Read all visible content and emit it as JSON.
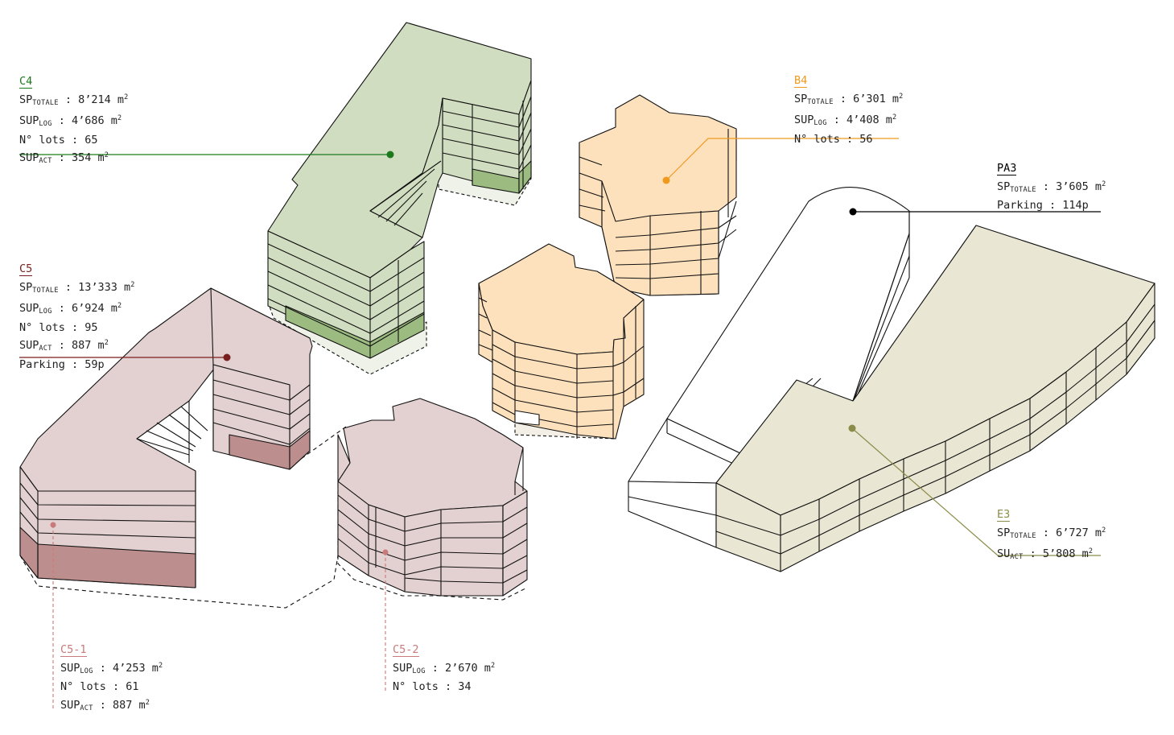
{
  "colors": {
    "C": "#1c7a1c",
    "C5": "#7a1f1f",
    "C5_sub": "#c97a7a",
    "B": "#ef9a1f",
    "PA": "#000000",
    "E": "#8c8c4a",
    "green_face": "#d1ddc0",
    "green_dark": "#9bbb80",
    "pink_face": "#e3d0d0",
    "pink_dark": "#bd8e8e",
    "orange_face": "#fde1bd",
    "olive_face": "#e9e7d3"
  },
  "labels": {
    "c4": {
      "title": "C4",
      "l1_pre": "SP",
      "l1_sub": "TOTALE",
      "l1_val": " : 8’214 m",
      "l2_pre": "SUP",
      "l2_sub": "LOG",
      "l2_val": " : 4’686 m",
      "l3": "N° lots : 65",
      "l4_pre": "SUP",
      "l4_sub": "ACT",
      "l4_val": " : 354 m"
    },
    "c5": {
      "title": "C5",
      "l1_pre": "SP",
      "l1_sub": "TOTALE",
      "l1_val": " : 13’333 m",
      "l2_pre": "SUP",
      "l2_sub": "LOG",
      "l2_val": " : 6’924 m",
      "l3": "N° lots : 95",
      "l4_pre": "SUP",
      "l4_sub": "ACT",
      "l4_val": " : 887 m",
      "l5": "Parking : 59p"
    },
    "c51": {
      "title": "C5-1",
      "l1_pre": "SUP",
      "l1_sub": "LOG",
      "l1_val": " : 4’253 m",
      "l2": "N° lots : 61",
      "l3_pre": "SUP",
      "l3_sub": "ACT",
      "l3_val": " : 887 m"
    },
    "c52": {
      "title": "C5-2",
      "l1_pre": "SUP",
      "l1_sub": "LOG",
      "l1_val": " : 2’670 m",
      "l2": "N° lots : 34"
    },
    "b4": {
      "title": "B4",
      "l1_pre": "SP",
      "l1_sub": "TOTALE",
      "l1_val": " : 6’301 m",
      "l2_pre": "SUP",
      "l2_sub": "LOG",
      "l2_val": " : 4’408 m",
      "l3": "N° lots : 56"
    },
    "pa3": {
      "title": "PA3",
      "l1_pre": "SP",
      "l1_sub": "TOTALE",
      "l1_val": " : 3’605 m",
      "l2": "Parking : 114p"
    },
    "e3": {
      "title": "E3",
      "l1_pre": "SP",
      "l1_sub": "TOTALE",
      "l1_val": " : 6’727 m",
      "l2_pre": "SU",
      "l2_sub": "ACT",
      "l2_val": " : 5’808 m"
    }
  },
  "sq": "2"
}
